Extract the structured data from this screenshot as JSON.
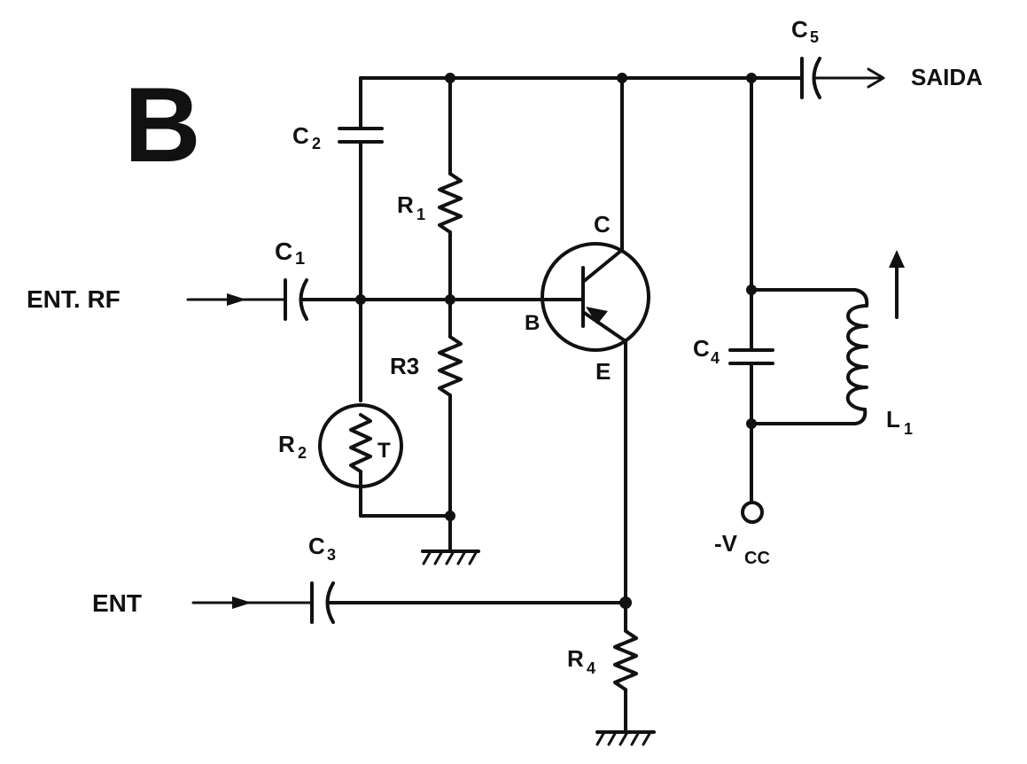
{
  "figure": {
    "panel_label": "B"
  },
  "labels": {
    "ent_rf": "ENT. RF",
    "ent": "ENT",
    "saida": "SAIDA",
    "c1": "C",
    "c1_sub": "1",
    "c2": "C",
    "c2_sub": "2",
    "c3": "C",
    "c3_sub": "3",
    "c4": "C",
    "c4_sub": "4",
    "c5": "C",
    "c5_sub": "5",
    "r1": "R",
    "r1_sub": "1",
    "r2": "R",
    "r2_sub": "2",
    "r3": "R3",
    "r4": "R",
    "r4_sub": "4",
    "thermistor": "T",
    "l1": "L",
    "l1_sub": "1",
    "collector": "C",
    "base": "B",
    "emitter": "E",
    "vcc": "-V",
    "vcc_sub": "CC"
  }
}
